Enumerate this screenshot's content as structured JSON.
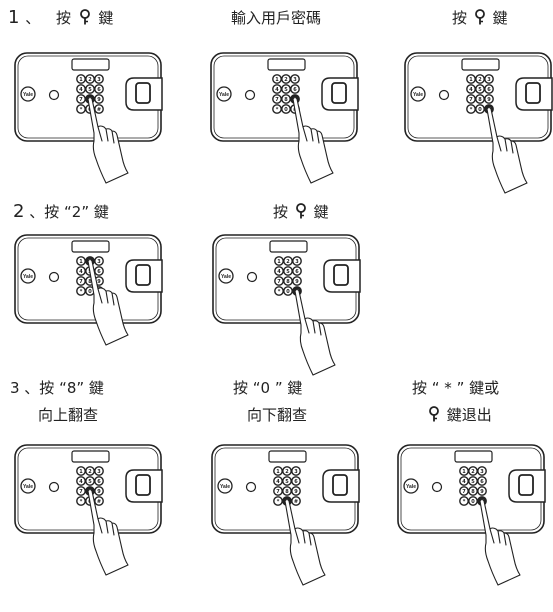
{
  "steps": {
    "r1c1": {
      "num": "1",
      "sep": "、",
      "pre": "按",
      "post": "鍵"
    },
    "r1c2": {
      "text": "輸入用戶密碼"
    },
    "r1c3": {
      "pre": "按",
      "post": "鍵"
    },
    "r2c1": {
      "num": "2",
      "text": "、按 “2” 鍵"
    },
    "r2c2": {
      "pre": "按",
      "post": "鍵"
    },
    "r3c1": {
      "line1": "3 、按 “8” 鍵",
      "line2": "向上翻查"
    },
    "r3c2": {
      "line1": "按 “0 ” 鍵",
      "line2": "向下翻查"
    },
    "r3c3": {
      "line1": "按 “ * ” 鍵或",
      "line2_post": "鍵退出"
    }
  },
  "device": {
    "brand": "Yale",
    "keys": [
      "1",
      "2",
      "3",
      "4",
      "5",
      "6",
      "7",
      "8",
      "9",
      "*",
      "0",
      "#"
    ]
  },
  "icons": {
    "key": "key-icon",
    "lock": "fingerprint-reader-icon"
  }
}
